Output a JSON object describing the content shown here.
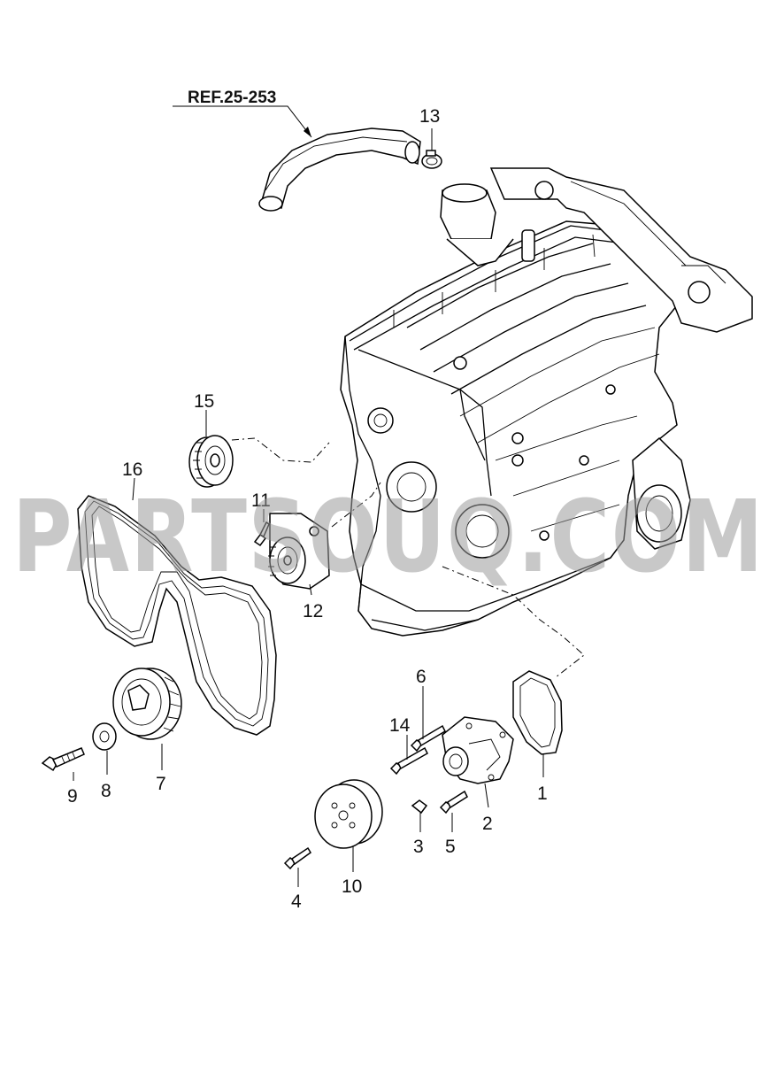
{
  "reference": "REF.25-253",
  "watermark": "PARTSOUQ.COM",
  "callouts": {
    "c1": "1",
    "c2": "2",
    "c3": "3",
    "c4": "4",
    "c5": "5",
    "c6": "6",
    "c7": "7",
    "c8": "8",
    "c9": "9",
    "c10": "10",
    "c11": "11",
    "c12": "12",
    "c13": "13",
    "c14": "14",
    "c15": "15",
    "c16": "16"
  }
}
